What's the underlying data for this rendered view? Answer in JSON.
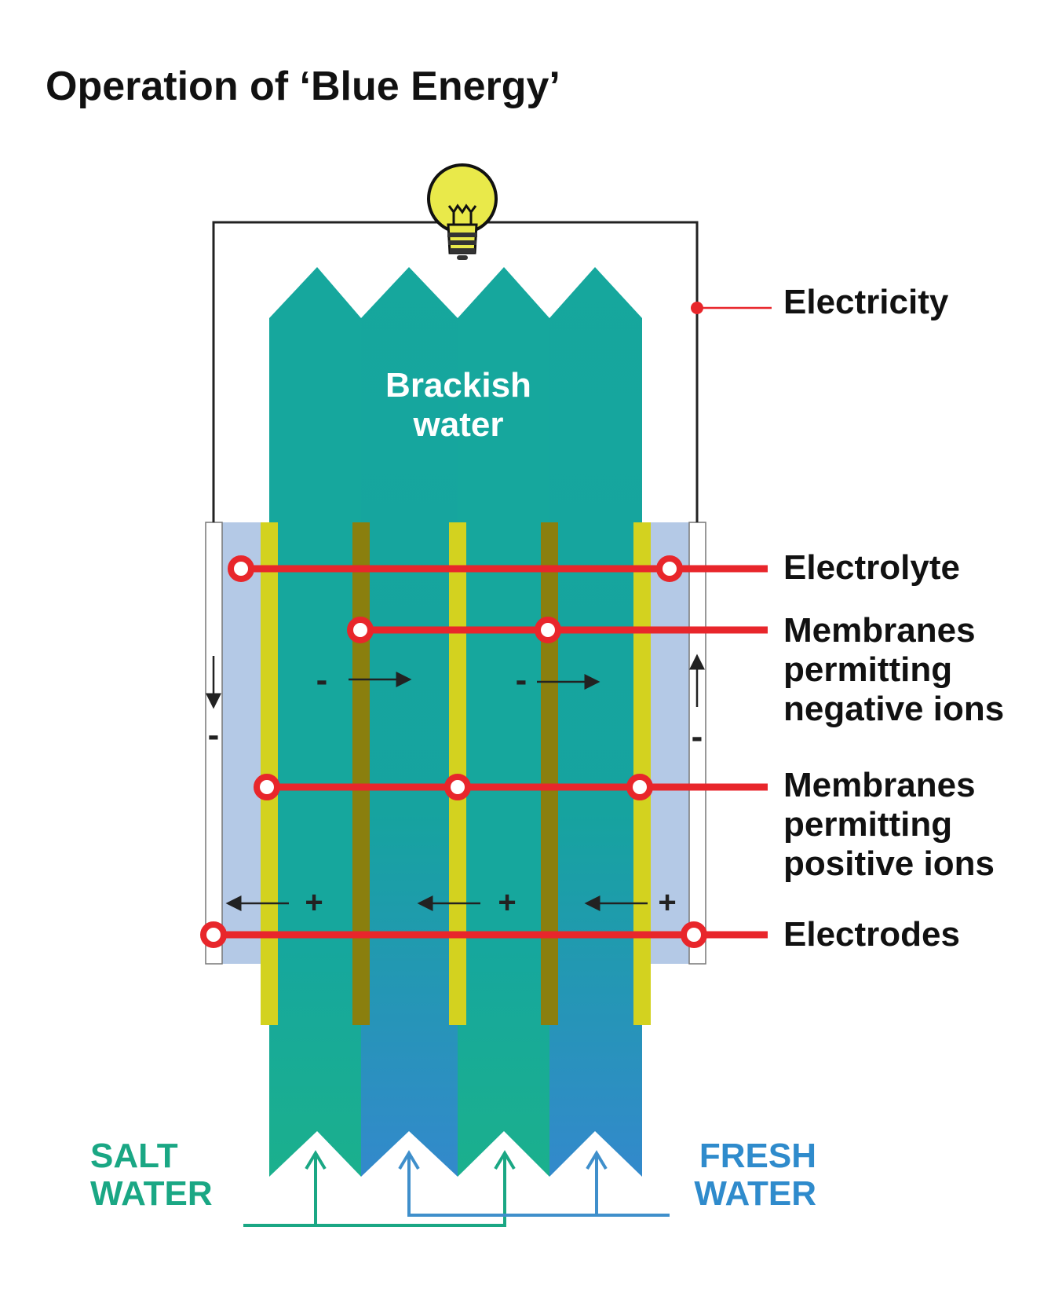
{
  "title": "Operation of ‘Blue Energy’",
  "chamber": {
    "line1": "Brackish",
    "line2": "water"
  },
  "labels": {
    "electricity": "Electricity",
    "electrolyte": "Electrolyte",
    "membranes_negative": [
      "Membranes",
      "permitting",
      "negative ions"
    ],
    "membranes_positive": [
      "Membranes",
      "permitting",
      "positive ions"
    ],
    "electrodes": "Electrodes"
  },
  "inflows": {
    "salt": [
      "SALT",
      "WATER"
    ],
    "fresh": [
      "FRESH",
      "WATER"
    ]
  },
  "signs": {
    "negative": "-",
    "positive": "+"
  },
  "colors": {
    "salt_water": "#1bb08d",
    "fresh_water": "#3389cc",
    "brackish": "#16a79d",
    "electrolyte": "#b4c9e6",
    "membrane_positive": "#d3d21f",
    "membrane_negative": "#8a7f0e",
    "label_line": "#e8262b",
    "bulb": "#e9e94a",
    "salt_label": "#1aa784",
    "fresh_label": "#2f8bcc"
  },
  "icons": [
    "light-bulb-icon",
    "arrow-icon"
  ]
}
